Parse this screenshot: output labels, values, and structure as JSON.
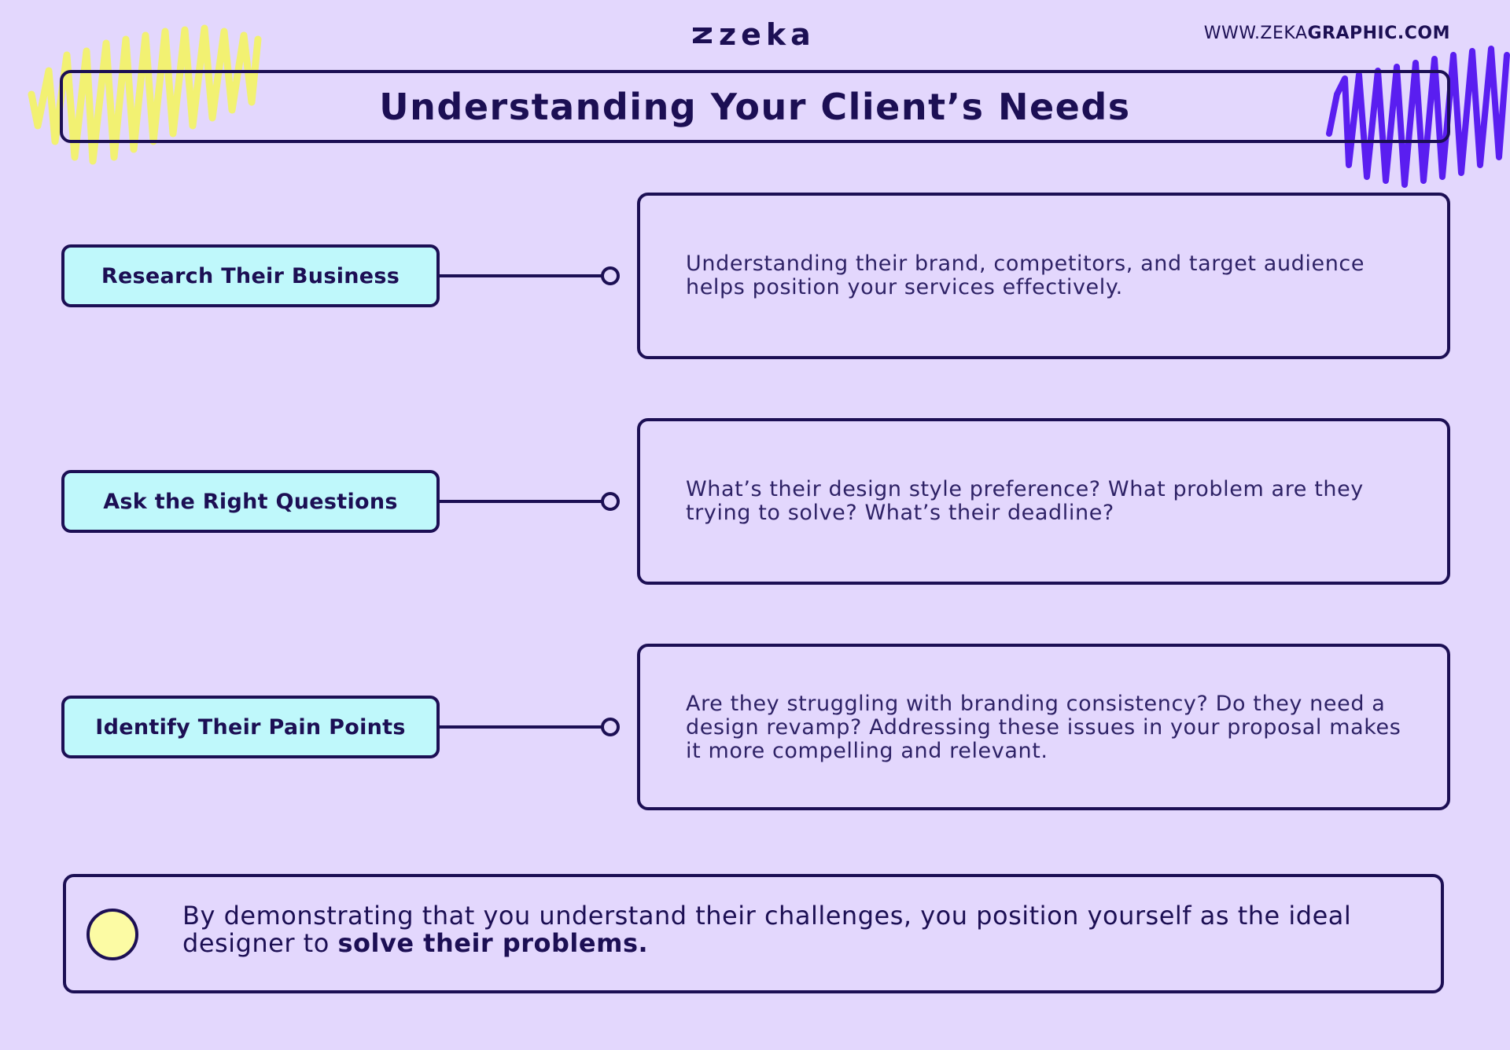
{
  "header": {
    "logo_text": "zeka",
    "url_regular": "WWW.ZEKA",
    "url_bold": "GRAPHIC.COM",
    "title": "Understanding Your Client’s Needs"
  },
  "steps": [
    {
      "label": "Research Their Business",
      "description": "Understanding their brand, competitors, and target audience helps position your services effectively."
    },
    {
      "label": "Ask the Right Questions",
      "description": "What’s their design style preference? What problem are they trying to solve? What’s their deadline?"
    },
    {
      "label": "Identify Their Pain Points",
      "description": "Are they struggling with branding consistency? Do they need a design revamp? Addressing these issues in your proposal makes it more compelling and relevant."
    }
  ],
  "footer": {
    "text_regular": "By demonstrating that you understand their challenges, you position yourself as the ideal designer to ",
    "text_bold": "solve their problems."
  },
  "colors": {
    "background": "#e3d7fd",
    "ink": "#1c0f54",
    "pill_fill": "#bff8fb",
    "yellow_scribble": "#f2f26a",
    "purple_scribble": "#5a1ef0",
    "dot_fill": "#fcfba4"
  },
  "icons": [
    "yellow-scribble",
    "purple-scribble",
    "zeka-logo-mark"
  ]
}
